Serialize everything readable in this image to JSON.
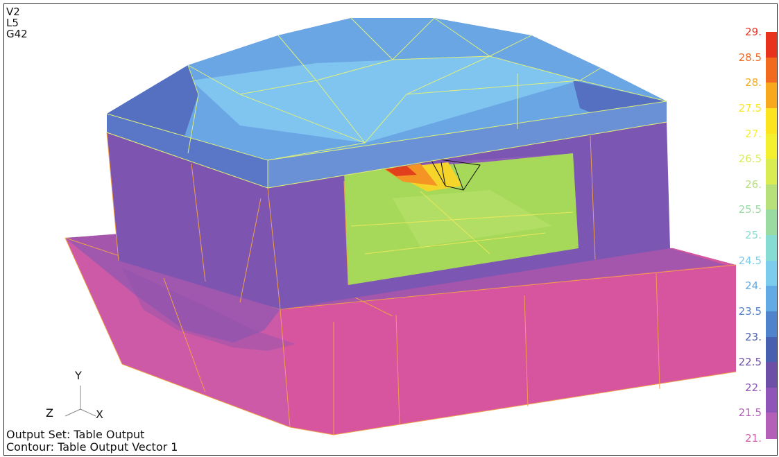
{
  "corner_labels": {
    "view": "V2",
    "layer": "L5",
    "group": "G42"
  },
  "triad": {
    "y_label": "Y",
    "z_label": "Z",
    "x_label": "X"
  },
  "output_info": {
    "output_set": "Output Set: Table Output",
    "contour": "Contour: Table Output Vector 1"
  },
  "legend": {
    "labels": [
      "29.",
      "28.5",
      "28.",
      "27.5",
      "27.",
      "26.5",
      "26.",
      "25.5",
      "25.",
      "24.5",
      "24.",
      "23.5",
      "23.",
      "22.5",
      "22.",
      "21.5",
      "21."
    ],
    "colors": [
      "#e8321e",
      "#f26a1e",
      "#f7a81d",
      "#fce51f",
      "#f4f02f",
      "#d9ec52",
      "#b8e07a",
      "#9adba2",
      "#86dbd2",
      "#7cccee",
      "#61aae6",
      "#4f84cc",
      "#4860b0",
      "#6d4fa8",
      "#8f55b8",
      "#b460b8",
      "#d060a8"
    ]
  }
}
